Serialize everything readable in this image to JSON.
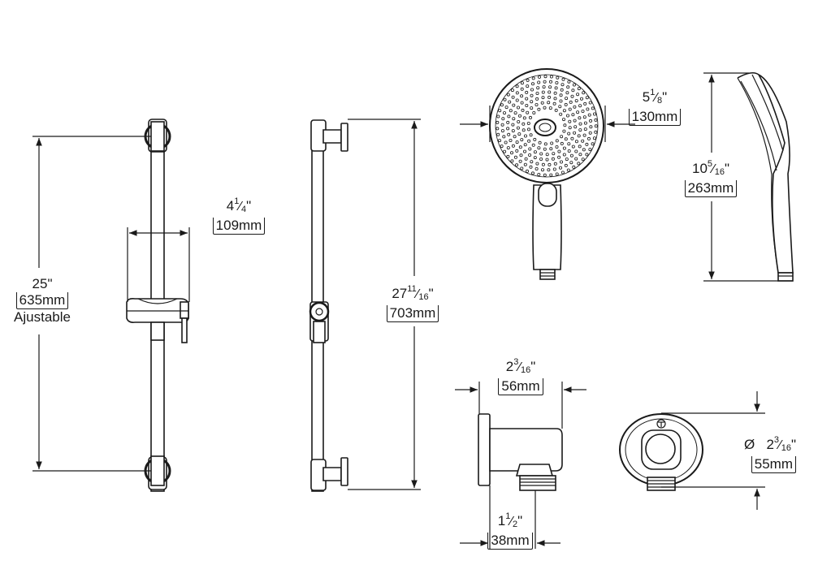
{
  "dimensions": {
    "bar_length": {
      "imperial_whole": "25",
      "inch_mark": "\"",
      "metric": "635mm",
      "note": "Ajustable"
    },
    "holder_offset": {
      "imperial_whole": "4",
      "num": "1",
      "den": "4",
      "inch_mark": "\"",
      "metric": "109mm"
    },
    "overall_height": {
      "imperial_whole": "27",
      "num": "11",
      "den": "16",
      "inch_mark": "\"",
      "metric": "703mm"
    },
    "head_diameter": {
      "imperial_whole": "5",
      "num": "1",
      "den": "8",
      "inch_mark": "\"",
      "metric": "130mm"
    },
    "handshower_length": {
      "imperial_whole": "10",
      "num": "5",
      "den": "16",
      "inch_mark": "\"",
      "metric": "263mm"
    },
    "elbow_depth": {
      "imperial_whole": "2",
      "num": "3",
      "den": "16",
      "inch_mark": "\"",
      "metric": "56mm"
    },
    "elbow_base": {
      "imperial_whole": "1",
      "num": "1",
      "den": "2",
      "inch_mark": "\"",
      "metric": "38mm"
    },
    "flange_diameter": {
      "symbol": "Ø",
      "imperial_whole": "2",
      "num": "3",
      "den": "16",
      "inch_mark": "\"",
      "metric": "55mm"
    }
  },
  "icons": [
    "slide-bar-front-icon",
    "slide-bar-side-icon",
    "handshower-front-icon",
    "handshower-side-icon",
    "wall-elbow-side-icon",
    "wall-elbow-front-icon"
  ]
}
